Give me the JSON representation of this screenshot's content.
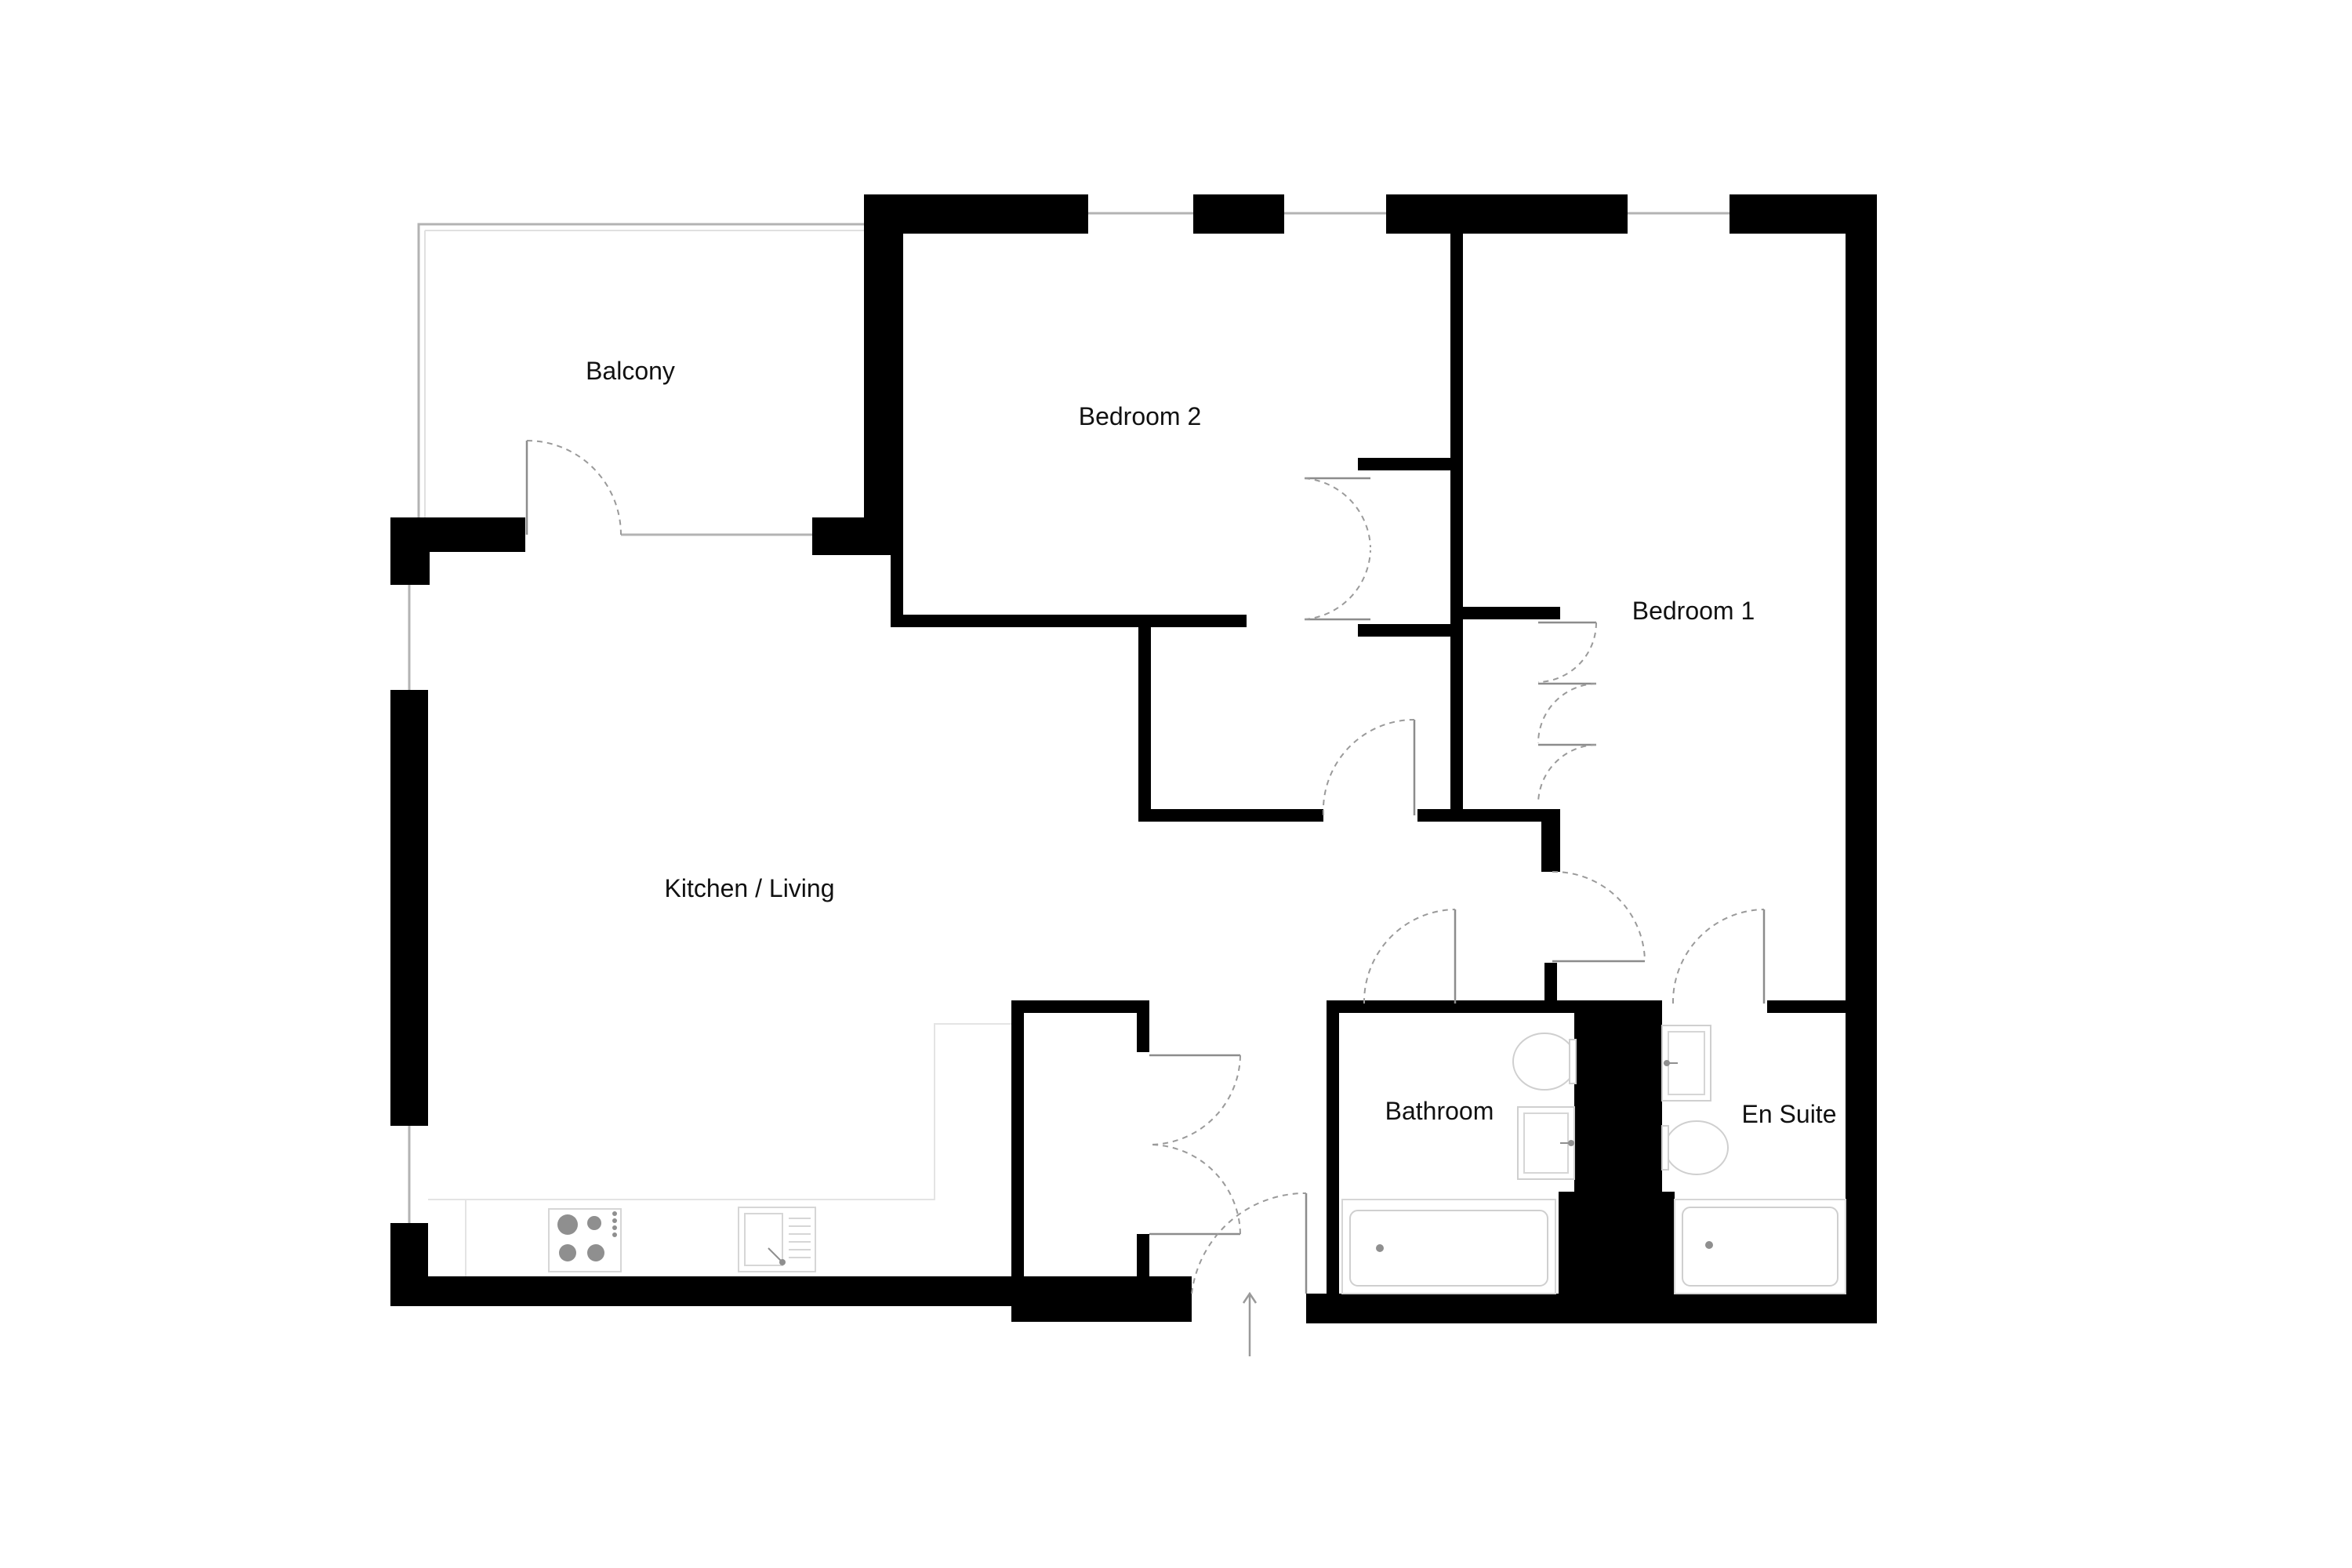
{
  "plan": {
    "rooms": [
      {
        "key": "balcony",
        "label": "Balcony"
      },
      {
        "key": "bedroom2",
        "label": "Bedroom 2"
      },
      {
        "key": "bedroom1",
        "label": "Bedroom 1"
      },
      {
        "key": "kitchen_living",
        "label": "Kitchen / Living"
      },
      {
        "key": "bathroom",
        "label": "Bathroom"
      },
      {
        "key": "en_suite",
        "label": "En Suite"
      }
    ]
  },
  "colors": {
    "wall": "#000000",
    "glazing": "#b3b3b3",
    "door": "#8c8c8c",
    "fixture_outline": "#cfcfcf",
    "hob": "#8f8f8f"
  }
}
